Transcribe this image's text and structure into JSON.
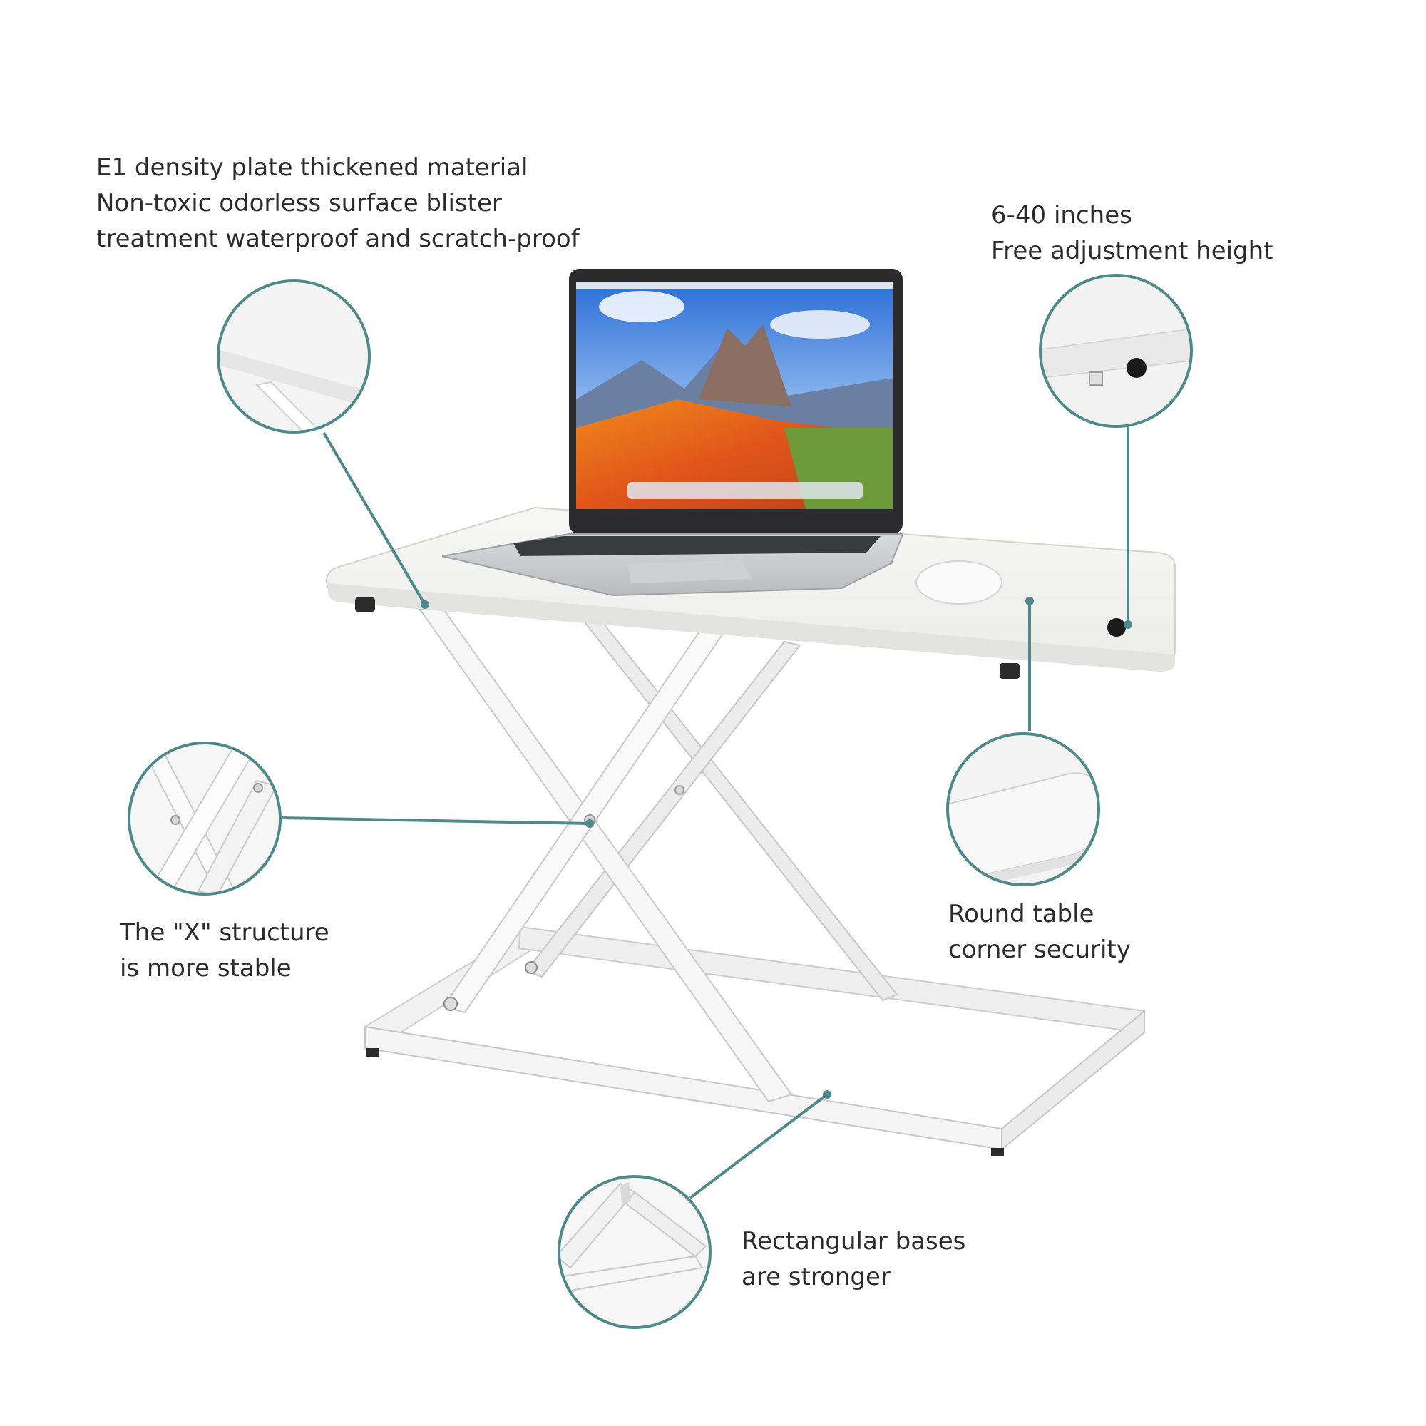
{
  "callouts": {
    "material": {
      "line1": "E1 density plate thickened material",
      "line2": "Non-toxic odorless surface blister",
      "line3": "treatment waterproof and scratch-proof"
    },
    "height": {
      "line1": "6-40 inches",
      "line2": "Free adjustment height"
    },
    "x_structure": {
      "line1": "The \"X\" structure",
      "line2": "is more stable"
    },
    "corner": {
      "line1": "Round table",
      "line2": "corner security"
    },
    "base": {
      "line1": "Rectangular bases",
      "line2": "are stronger"
    }
  },
  "colors": {
    "accent": "#4f8a8b",
    "frame": "#f4f4f4",
    "frame_edge": "#c9c9c9"
  }
}
